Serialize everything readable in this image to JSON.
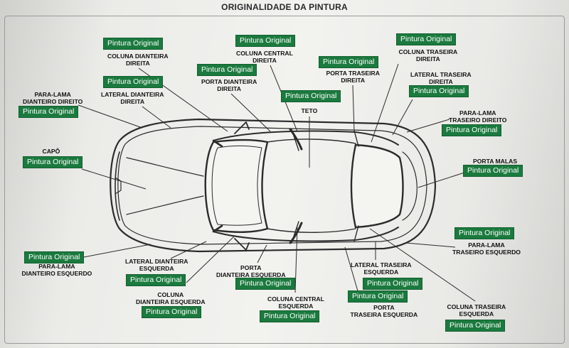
{
  "title": "ORIGINALIDADE DA PINTURA",
  "badge_label": "Pintura Original",
  "colors": {
    "badge_bg": "#1b7a3e",
    "badge_text": "#ffffff",
    "line": "#2b2b2b"
  },
  "parts": [
    {
      "id": "coluna-dianteira-direita",
      "label": "COLUNA DIANTEIRA\nDIREITA",
      "status": "Pintura Original"
    },
    {
      "id": "coluna-central-direita",
      "label": "COLUNA CENTRAL\nDIREITA",
      "status": "Pintura Original"
    },
    {
      "id": "coluna-traseira-direita",
      "label": "COLUNA TRASEIRA\nDIREITA",
      "status": "Pintura Original"
    },
    {
      "id": "porta-dianteira-direita",
      "label": "PORTA DIANTEIRA\nDIREITA",
      "status": "Pintura Original"
    },
    {
      "id": "porta-traseira-direita",
      "label": "PORTA TRASEIRA\nDIREITA",
      "status": "Pintura Original"
    },
    {
      "id": "lateral-dianteira-direita",
      "label": "LATERAL DIANTEIRA\nDIREITA",
      "status": "Pintura Original"
    },
    {
      "id": "lateral-traseira-direita",
      "label": "LATERAL TRASEIRA\nDIREITA",
      "status": "Pintura Original"
    },
    {
      "id": "para-lama-dianteiro-direito",
      "label": "PARA-LAMA\nDIANTEIRO DIREITO",
      "status": "Pintura Original"
    },
    {
      "id": "teto",
      "label": "TETO",
      "status": "Pintura Original"
    },
    {
      "id": "para-lama-traseiro-direito",
      "label": "PARA-LAMA\nTRASEIRO DIREITO",
      "status": "Pintura Original"
    },
    {
      "id": "capo",
      "label": "CAPÔ",
      "status": "Pintura Original"
    },
    {
      "id": "porta-malas",
      "label": "PORTA MALAS",
      "status": "Pintura Original"
    },
    {
      "id": "para-lama-traseiro-esquerdo",
      "label": "PARA-LAMA\nTRASEIRO ESQUERDO",
      "status": "Pintura Original"
    },
    {
      "id": "para-lama-dianteiro-esquerdo",
      "label": "PARA-LAMA\nDIANTEIRO ESQUERDO",
      "status": "Pintura Original"
    },
    {
      "id": "lateral-dianteira-esquerda",
      "label": "LATERAL DIANTEIRA\nESQUERDA",
      "status": "Pintura Original"
    },
    {
      "id": "coluna-dianteira-esquerda",
      "label": "COLUNA\nDIANTEIRA ESQUERDA",
      "status": "Pintura Original"
    },
    {
      "id": "porta-dianteira-esquerda",
      "label": "PORTA\nDIANTEIRA ESQUERDA",
      "status": "Pintura Original"
    },
    {
      "id": "coluna-central-esquerda",
      "label": "COLUNA CENTRAL\nESQUERDA",
      "status": "Pintura Original"
    },
    {
      "id": "lateral-traseira-esquerda",
      "label": "LATERAL TRASEIRA\nESQUERDA",
      "status": "Pintura Original"
    },
    {
      "id": "porta-traseira-esquerda",
      "label": "PORTA\nTRASEIRA ESQUERDA",
      "status": "Pintura Original"
    },
    {
      "id": "coluna-traseira-esquerda",
      "label": "COLUNA TRASEIRA\nESQUERDA",
      "status": "Pintura Original"
    }
  ]
}
